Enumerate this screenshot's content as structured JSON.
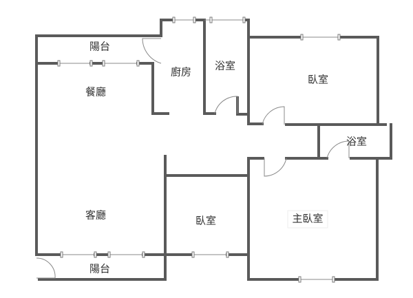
{
  "rooms": {
    "balcony_top": "陽台",
    "kitchen": "廚房",
    "bathroom_1": "浴室",
    "bedroom_1": "臥室",
    "dining": "餐廳",
    "bathroom_2": "浴室",
    "living": "客廳",
    "bedroom_2": "臥室",
    "master_bedroom": "主臥室",
    "balcony_bottom": "陽台"
  },
  "colors": {
    "wall": "#5a5a5a",
    "background": "#ffffff"
  }
}
